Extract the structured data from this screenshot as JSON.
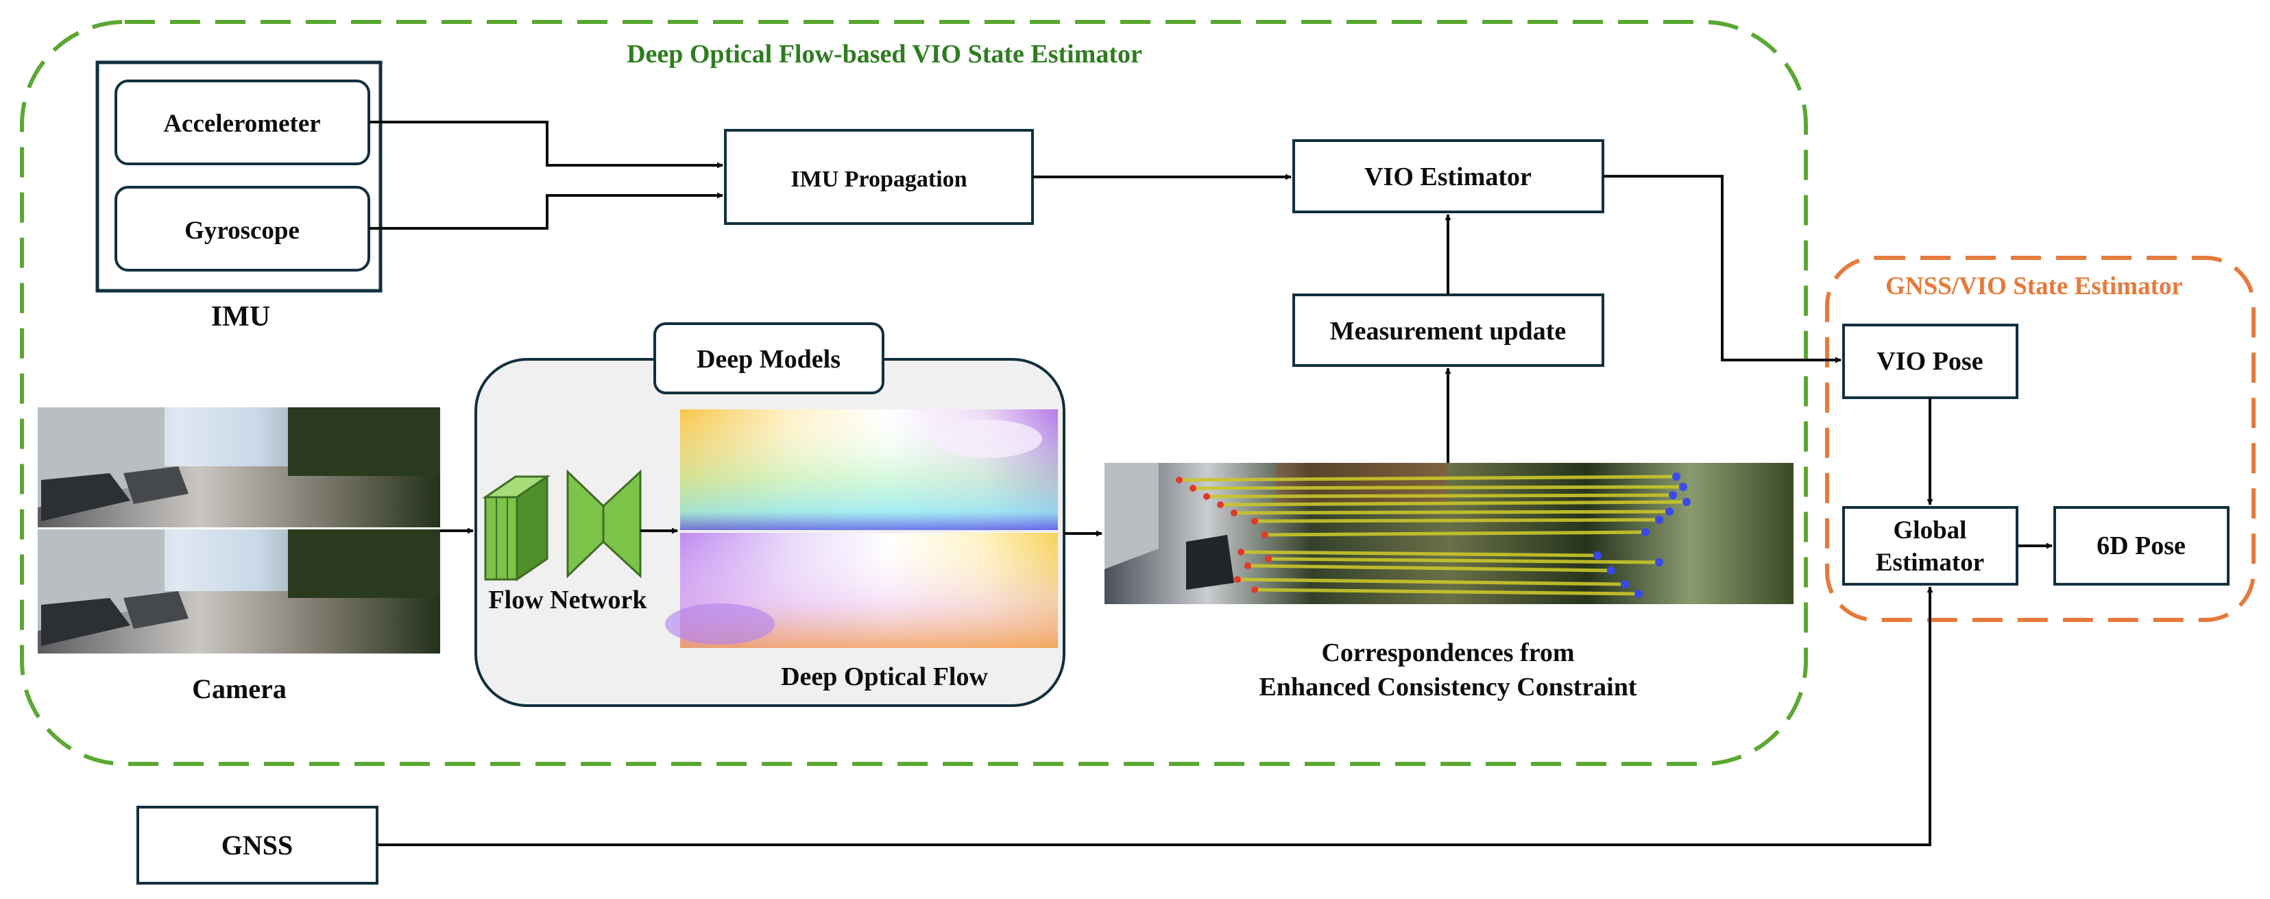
{
  "colors": {
    "vio_group": "#5aa832",
    "vio_title": "#2e7d1e",
    "gnss_group": "#e57a3c",
    "box_stroke": "#12303d",
    "arrow": "#0d0d0d",
    "deep_models_bg": "#f0f0f0",
    "flow_network": "#7cc34a",
    "flow_network_dark": "#4f8f2a"
  },
  "groups": {
    "vio_title": "Deep Optical Flow-based VIO State Estimator",
    "gnss_title": "GNSS/VIO State Estimator"
  },
  "imu": {
    "label": "IMU",
    "accelerometer": "Accelerometer",
    "gyroscope": "Gyroscope"
  },
  "blocks": {
    "imu_propagation": "IMU Propagation",
    "vio_estimator": "VIO Estimator",
    "measurement_update": "Measurement update",
    "vio_pose": "VIO Pose",
    "global_estimator_line1": "Global",
    "global_estimator_line2": "Estimator",
    "six_d_pose": "6D Pose",
    "gnss": "GNSS"
  },
  "deep_models": {
    "title": "Deep Models",
    "flow_network": "Flow Network",
    "deep_optical_flow": "Deep Optical Flow"
  },
  "camera": {
    "label": "Camera"
  },
  "correspondences": {
    "line1": "Correspondences from",
    "line2": "Enhanced Consistency Constraint"
  },
  "icons": {
    "camera_frames": "street-scene-image",
    "flow_maps": "optical-flow-colormap-image",
    "correspondence_image": "feature-matches-image",
    "flow_network": "encoder-decoder-icon"
  }
}
